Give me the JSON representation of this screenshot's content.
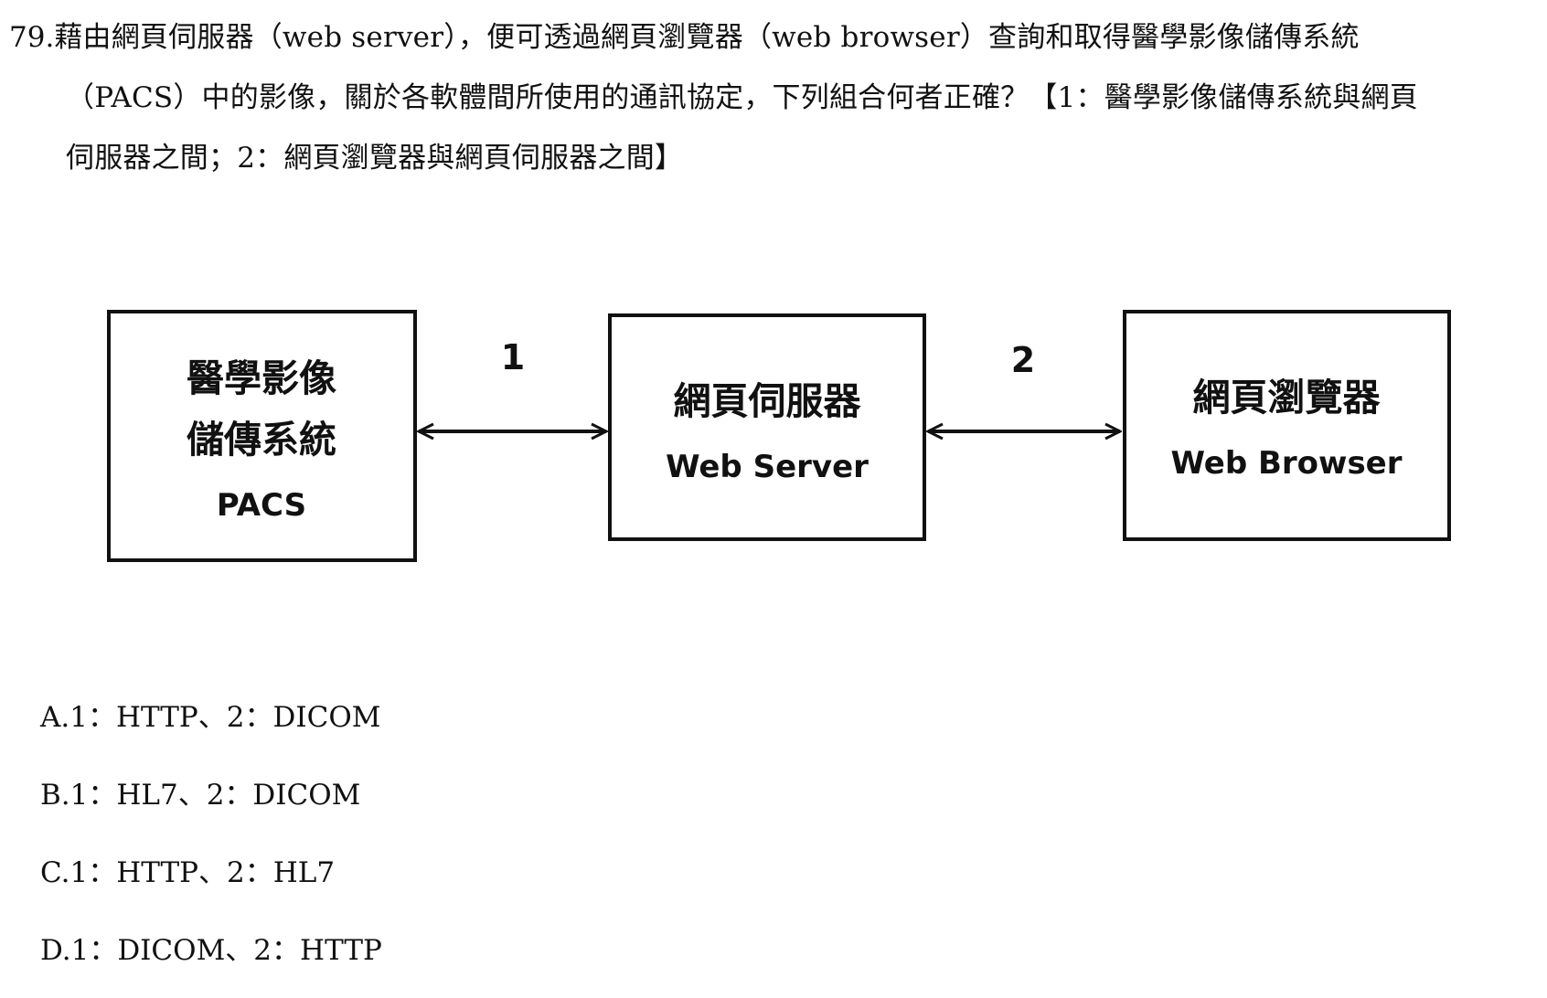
{
  "question": {
    "number": "79.",
    "line1": "藉由網頁伺服器（web server），便可透過網頁瀏覽器（web browser）查詢和取得醫學影像儲傳系統",
    "line2": "（PACS）中的影像，關於各軟體間所使用的通訊協定，下列組合何者正確？【1：醫學影像儲傳系統與網頁",
    "line3": "伺服器之間；2：網頁瀏覽器與網頁伺服器之間】"
  },
  "diagram": {
    "pacs": {
      "line1": "醫學影像",
      "line2": "儲傳系統",
      "line3": "PACS"
    },
    "server": {
      "line1": "網頁伺服器",
      "line2": "Web Server"
    },
    "browser": {
      "line1": "網頁瀏覽器",
      "line2": "Web Browser"
    },
    "connection1_label": "1",
    "connection2_label": "2"
  },
  "options": [
    {
      "letter": "A.",
      "text": "1：HTTP、2：DICOM"
    },
    {
      "letter": "B.",
      "text": "1：HL7、2：DICOM"
    },
    {
      "letter": "C.",
      "text": "1：HTTP、2：HL7"
    },
    {
      "letter": "D.",
      "text": "1：DICOM、2：HTTP"
    }
  ]
}
